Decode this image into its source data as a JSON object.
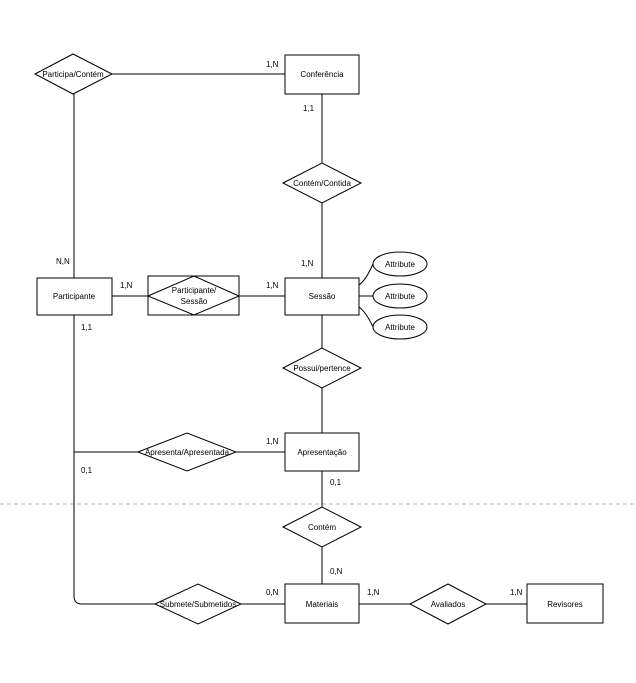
{
  "diagram": {
    "entities": {
      "conferencia": "Conferência",
      "participante": "Participante",
      "sessao": "Sessão",
      "apresentacao": "Apresentação",
      "materiais": "Materiais",
      "revisores": "Revisores"
    },
    "relationships": {
      "participa_contem": "Participa/Contém",
      "contem_contida": "Contém/Contida",
      "participante_sessao_line1": "Participante/",
      "participante_sessao_line2": "Sessão",
      "possui_pertence": "Possui/pertence",
      "apresenta_apresentada": "Apresenta/Apresentada",
      "contem": "Contém",
      "submete_submetidos": "Submete/Submetidos",
      "avaliados": "Avaliados"
    },
    "attributes": [
      "Attribute",
      "Attribute",
      "Attribute"
    ],
    "cardinalities": {
      "conf_top": "1,N",
      "conf_bottom": "1,1",
      "part_top": "N,N",
      "part_right": "1,N",
      "part_bottom": "1,1",
      "sess_left": "1,N",
      "sess_top": "1,N",
      "apres_left": "1,N",
      "part_mid": "0,1",
      "apres_bottom": "0,1",
      "mat_top": "0,N",
      "mat_left": "0,N",
      "mat_right": "1,N",
      "rev_left": "1,N"
    }
  }
}
